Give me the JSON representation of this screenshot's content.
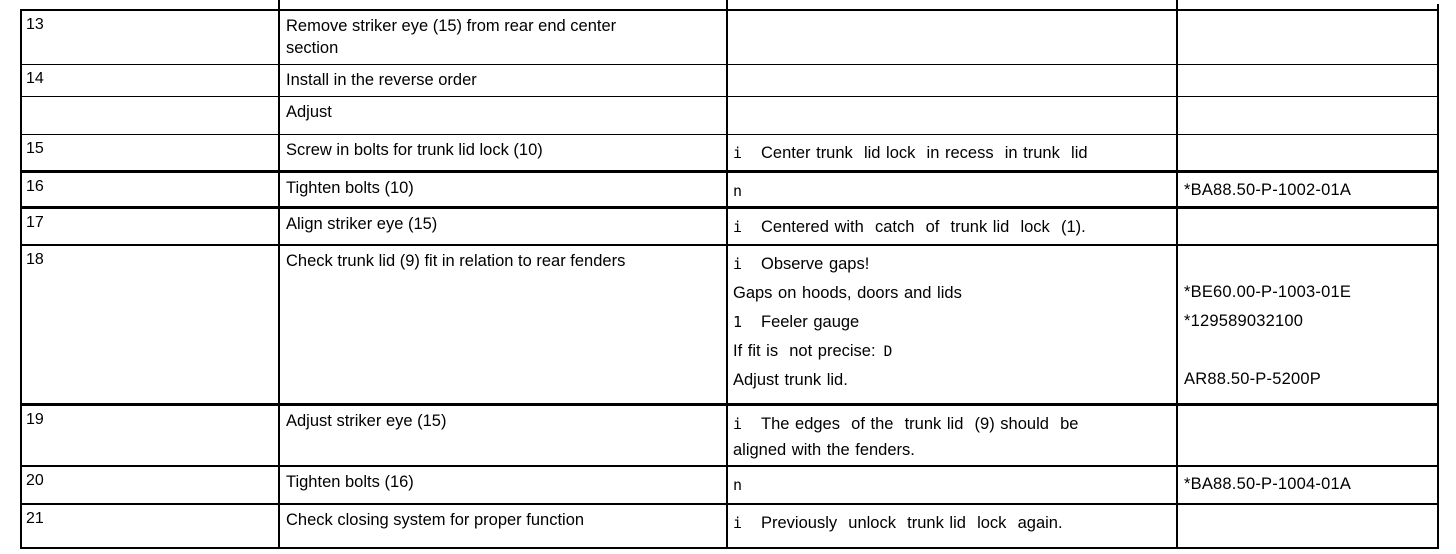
{
  "table": {
    "rows": [
      {
        "id": "13",
        "step": "13",
        "task": "Remove striker eye (15) from rear end center\nsection",
        "notes": [],
        "codes": []
      },
      {
        "id": "14",
        "step": "14",
        "task": "Install in the reverse order",
        "notes": [],
        "codes": []
      },
      {
        "id": "adjust",
        "step": "",
        "task": "Adjust",
        "notes": [],
        "codes": []
      },
      {
        "id": "15",
        "step": "15",
        "task": "Screw in bolts for trunk lid lock (10)",
        "notes": [
          {
            "icon": "i",
            "text": "Center trunk  lid lock  in recess  in trunk  lid"
          }
        ],
        "codes": []
      },
      {
        "id": "16",
        "step": "16",
        "task": "Tighten bolts (10)",
        "notes": [
          {
            "icon": "n",
            "text": ""
          }
        ],
        "codes": [
          {
            "text": "*BA88.50-P-1002-01A"
          }
        ]
      },
      {
        "id": "17",
        "step": "17",
        "task": "Align striker eye (15)",
        "notes": [
          {
            "icon": "i",
            "text": "Centered with  catch  of  trunk lid  lock  (1)."
          }
        ],
        "codes": []
      },
      {
        "id": "18",
        "step": "18",
        "task": "Check trunk lid (9) fit in relation to rear fenders",
        "notes": [
          {
            "icon": "i",
            "text": "Observe gaps!"
          },
          {
            "text": "Gaps on hoods, doors and lids"
          },
          {
            "icon": "1",
            "text": "Feeler gauge"
          },
          {
            "text": "If fit is  not precise:",
            "suffix_icon": "D"
          },
          {
            "text": "Adjust trunk lid."
          }
        ],
        "codes": [
          {
            "text": ""
          },
          {
            "text": "*BE60.00-P-1003-01E"
          },
          {
            "text": "*129589032100"
          },
          {
            "text": ""
          },
          {
            "text": "AR88.50-P-5200P"
          }
        ]
      },
      {
        "id": "19",
        "step": "19",
        "task": "Adjust striker eye (15)",
        "notes": [
          {
            "icon": "i",
            "text": "The edges  of the  trunk lid  (9) should  be\naligned with the fenders."
          }
        ],
        "codes": []
      },
      {
        "id": "20",
        "step": "20",
        "task": "Tighten bolts (16)",
        "notes": [
          {
            "icon": "n",
            "text": ""
          }
        ],
        "codes": [
          {
            "text": "*BA88.50-P-1004-01A"
          }
        ]
      },
      {
        "id": "21",
        "step": "21",
        "task": "Check closing system for proper function",
        "notes": [
          {
            "icon": "i",
            "text": "Previously  unlock  trunk lid  lock  again."
          }
        ],
        "codes": []
      }
    ]
  }
}
